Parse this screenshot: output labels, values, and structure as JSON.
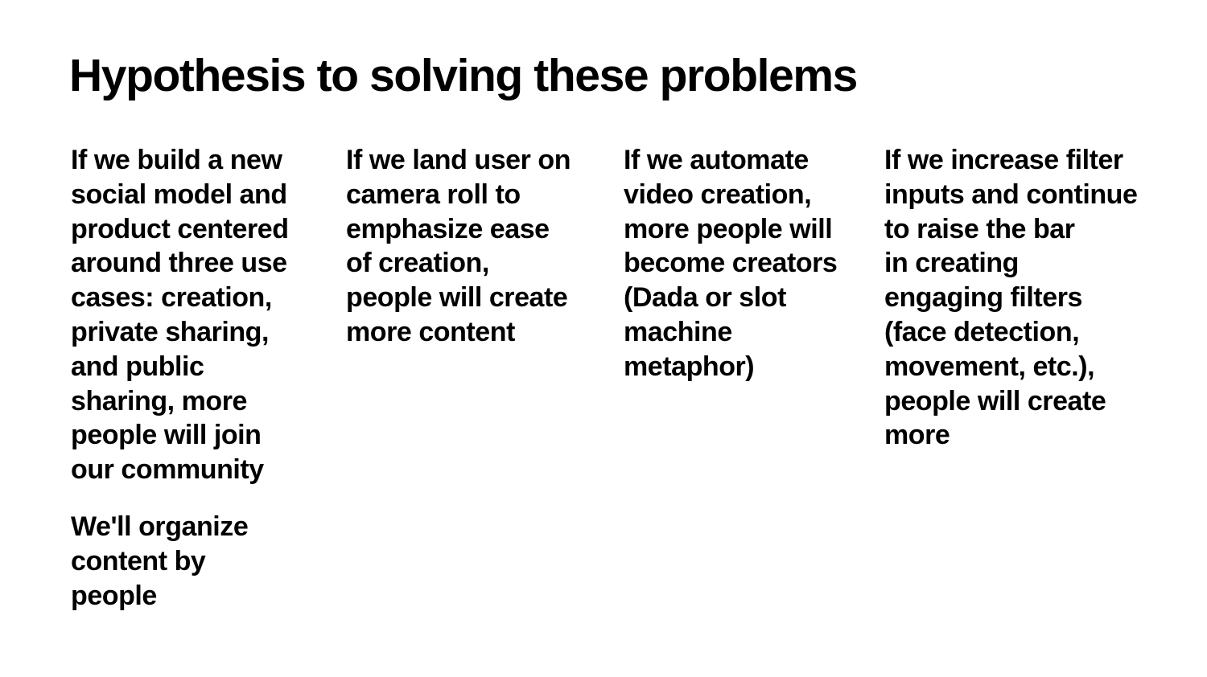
{
  "slide": {
    "title": "Hypothesis to solving these problems",
    "background_color": "#ffffff",
    "text_color": "#000000",
    "columns": [
      {
        "id": "column-1",
        "paragraphs": [
          "If we build a new\nsocial model and\nproduct centered\naround three use\ncases: creation,\nprivate sharing,\nand public\nsharing, more\npeople will join\nour community",
          "We'll organize\ncontent by\npeople"
        ]
      },
      {
        "id": "column-2",
        "paragraphs": [
          "If we land user on\ncamera roll to\nemphasize ease\nof creation,\npeople will create\nmore content"
        ]
      },
      {
        "id": "column-3",
        "paragraphs": [
          "If we automate\nvideo creation,\nmore people will\nbecome creators\n(Dada or slot\nmachine\nmetaphor)"
        ]
      },
      {
        "id": "column-4",
        "paragraphs": [
          "If we increase filter\ninputs and continue\nto raise the bar\nin creating\nengaging filters\n(face detection,\nmovement, etc.),\npeople will create\nmore"
        ]
      }
    ]
  }
}
